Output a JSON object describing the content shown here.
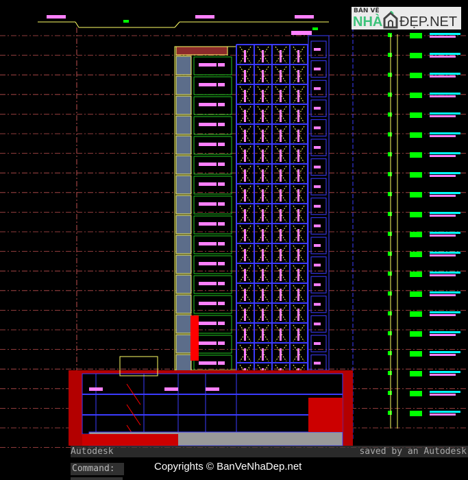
{
  "logo": {
    "top": "BẢN VẼ",
    "left": "NHÀ",
    "right": "ĐẸP.NET"
  },
  "command_history": {
    "left": "Autodesk",
    "right": "saved by an Autodesk"
  },
  "command_prompt": "Command:",
  "copyright": "Copyrights © BanVeNhaDep.net",
  "colors": {
    "background": "#000000",
    "structure": "#3b3bff",
    "wall": "#ffff66",
    "section_fill": "#cc0000",
    "tag": "#00ff00",
    "label_cyan": "#00ffff",
    "label_pink": "#ff80ff",
    "level_line": "#c05050"
  },
  "floors": 16
}
